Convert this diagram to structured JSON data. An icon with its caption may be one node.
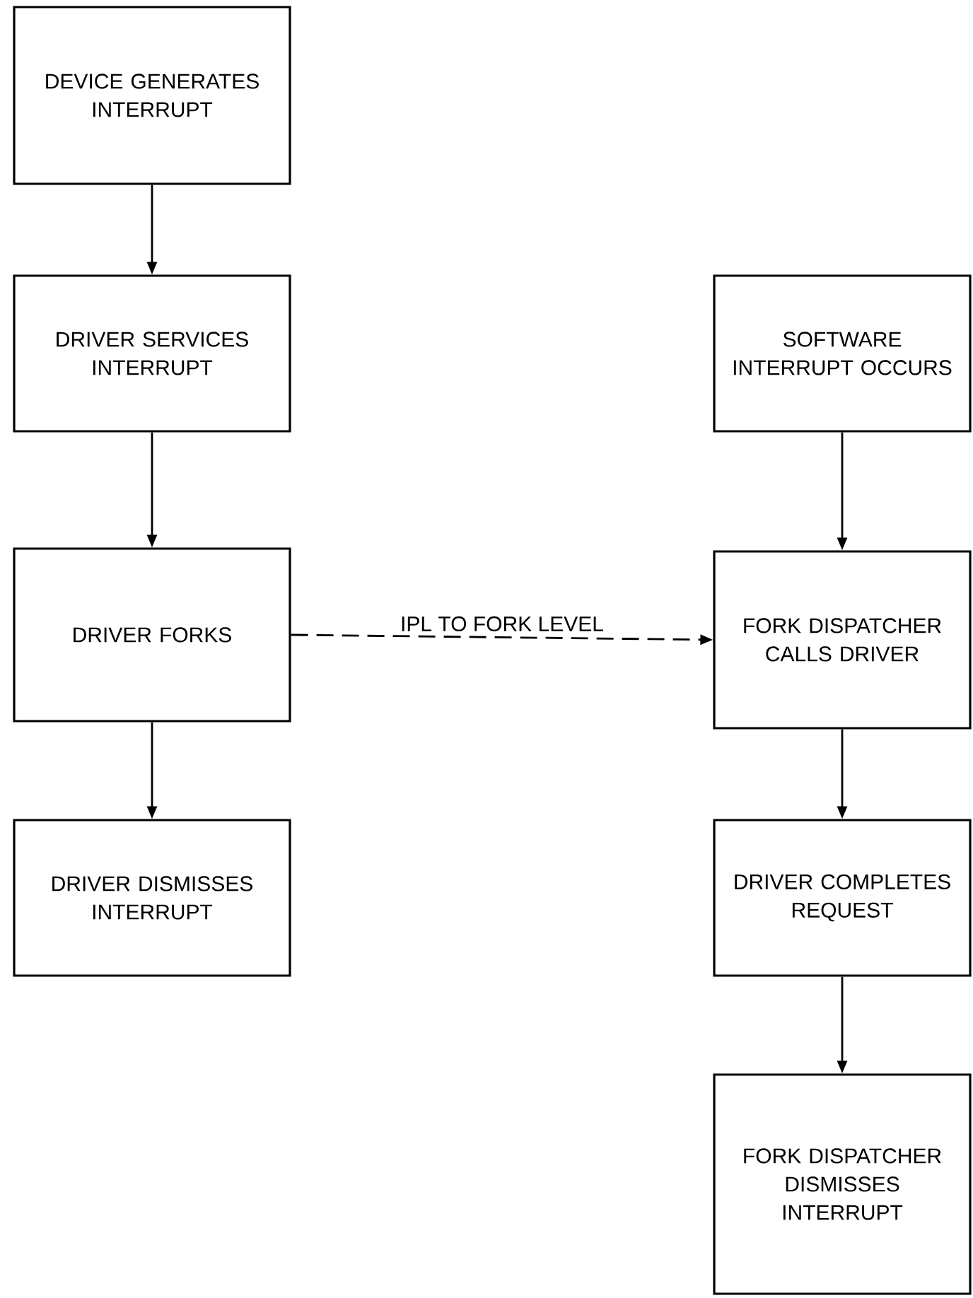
{
  "diagram": {
    "nodes": [
      {
        "text": [
          "DEVICE GENERATES INTERRUPT"
        ]
      },
      {
        "text": [
          "DRIVER SERVICES INTERRUPT"
        ]
      },
      {
        "text": [
          "DRIVER FORKS"
        ]
      },
      {
        "text": [
          "DRIVER DISMISSES INTERRUPT"
        ]
      },
      {
        "text": [
          "SOFTWARE INTERRUPT OCCURS"
        ]
      },
      {
        "text": [
          "FORK DISPATCHER CALLS DRIVER"
        ]
      },
      {
        "text": [
          "DRIVER COMPLETES REQUEST"
        ]
      },
      {
        "text": [
          "FORK DISPATCHER DISMISSES INTERRUPT"
        ]
      }
    ],
    "edges": [
      {
        "from": 0,
        "to": 1,
        "arrow": "to"
      },
      {
        "from": 1,
        "to": 2,
        "arrow": "to"
      },
      {
        "from": 2,
        "to": 3,
        "arrow": "to"
      },
      {
        "from": 2,
        "to": 5,
        "arrow": "to",
        "style": "dashed",
        "label": "IPL TO FORK LEVEL"
      },
      {
        "from": 4,
        "to": 5,
        "arrow": "to"
      },
      {
        "from": 5,
        "to": 6,
        "arrow": "to"
      },
      {
        "from": 6,
        "to": 7,
        "arrow": "to"
      }
    ]
  }
}
